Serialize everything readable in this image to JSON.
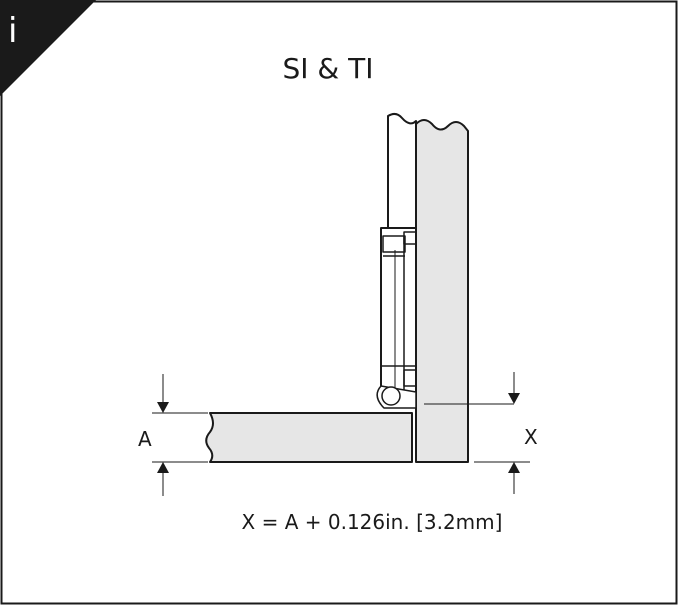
{
  "badge": {
    "letter": "i",
    "bg_color": "#1a1a1a",
    "fg_color": "#ffffff"
  },
  "diagram": {
    "title": "SI & TI",
    "dimension_a_label": "A",
    "dimension_x_label": "X",
    "formula": "X = A + 0.126in. [3.2mm]",
    "panel_fill": "#e6e6e6",
    "stroke_color": "#1a1a1a"
  }
}
